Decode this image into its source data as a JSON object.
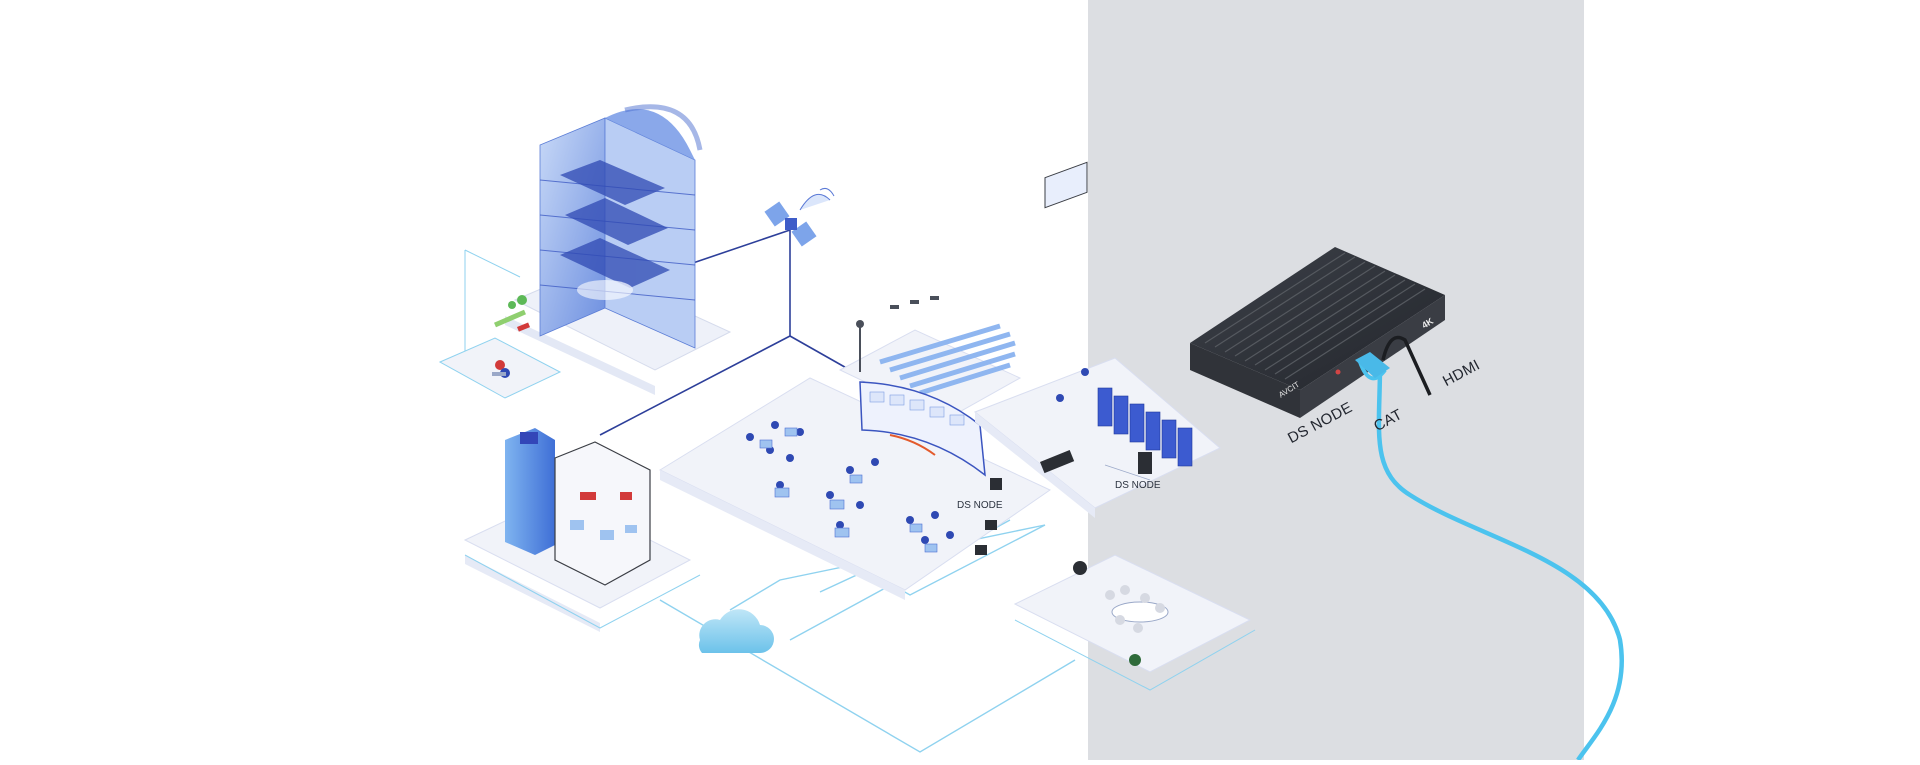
{
  "diagram": {
    "labels": {
      "ds_node_room": "DS NODE",
      "ds_node_rack": "DS NODE",
      "device_ds_node": "DS NODE",
      "device_cat": "CAT",
      "device_hdmi": "HDMI",
      "device_brand": "AVCIT",
      "device_badge": "4K"
    },
    "colors": {
      "panel_gray": "#dcdee2",
      "platform": "#f1f3f9",
      "platform_edge": "#d9def0",
      "blue_dark": "#2b3f9c",
      "blue_mid": "#5271d8",
      "blue_light": "#8fb6f0",
      "cyan_line": "#8fd2ef",
      "cable": "#4cc3ee",
      "device_body": "#3a3d44",
      "device_top": "#2b2e34"
    }
  }
}
